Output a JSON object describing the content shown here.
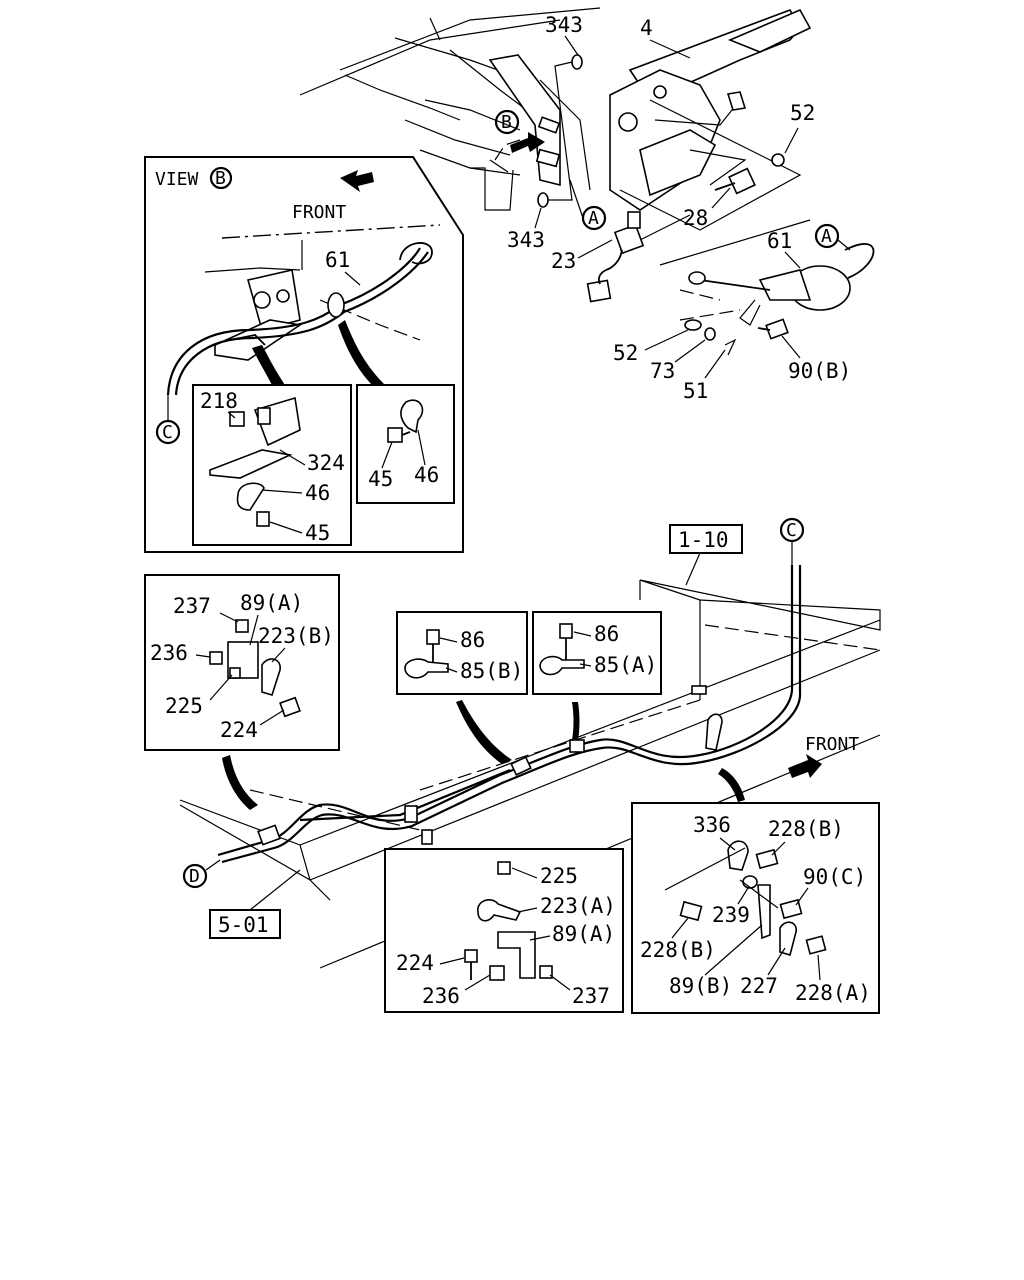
{
  "callouts": {
    "p343_top": "343",
    "p4": "4",
    "p52_top": "52",
    "circle_b": "B",
    "circle_a_top": "A",
    "p343_bottom": "343",
    "p28": "28",
    "p23": "23",
    "p61_top": "61",
    "circle_a_right": "A",
    "p52_bottom": "52",
    "p73": "73",
    "p51": "51",
    "p90b": "90(B)",
    "p61_view": "61",
    "p218": "218",
    "p324": "324",
    "p46_left": "46",
    "p45_left": "45",
    "p45_right": "45",
    "p46_right": "46",
    "circle_c_view": "C",
    "ref_1_10": "1-10",
    "circle_c_bottom": "C",
    "p237_tl": "237",
    "p89a_tl": "89(A)",
    "p236_tl": "236",
    "p223b": "223(B)",
    "p225_tl": "225",
    "p224_tl": "224",
    "p86_left": "86",
    "p85b": "85(B)",
    "p86_right": "86",
    "p85a": "85(A)",
    "p336": "336",
    "p228b_top": "228(B)",
    "p90c": "90(C)",
    "p239": "239",
    "p228b_left": "228(B)",
    "p89b": "89(B)",
    "p227": "227",
    "p228a": "228(A)",
    "p225_bc": "225",
    "p223a": "223(A)",
    "p89a_bc": "89(A)",
    "p224_bc": "224",
    "p236_bc": "236",
    "p237_bc": "237",
    "circle_d": "D",
    "ref_5_01": "5-01"
  },
  "view_b": {
    "title": "VIEW",
    "marker": "B",
    "front_label": "FRONT"
  },
  "bottom_front_label": "FRONT"
}
